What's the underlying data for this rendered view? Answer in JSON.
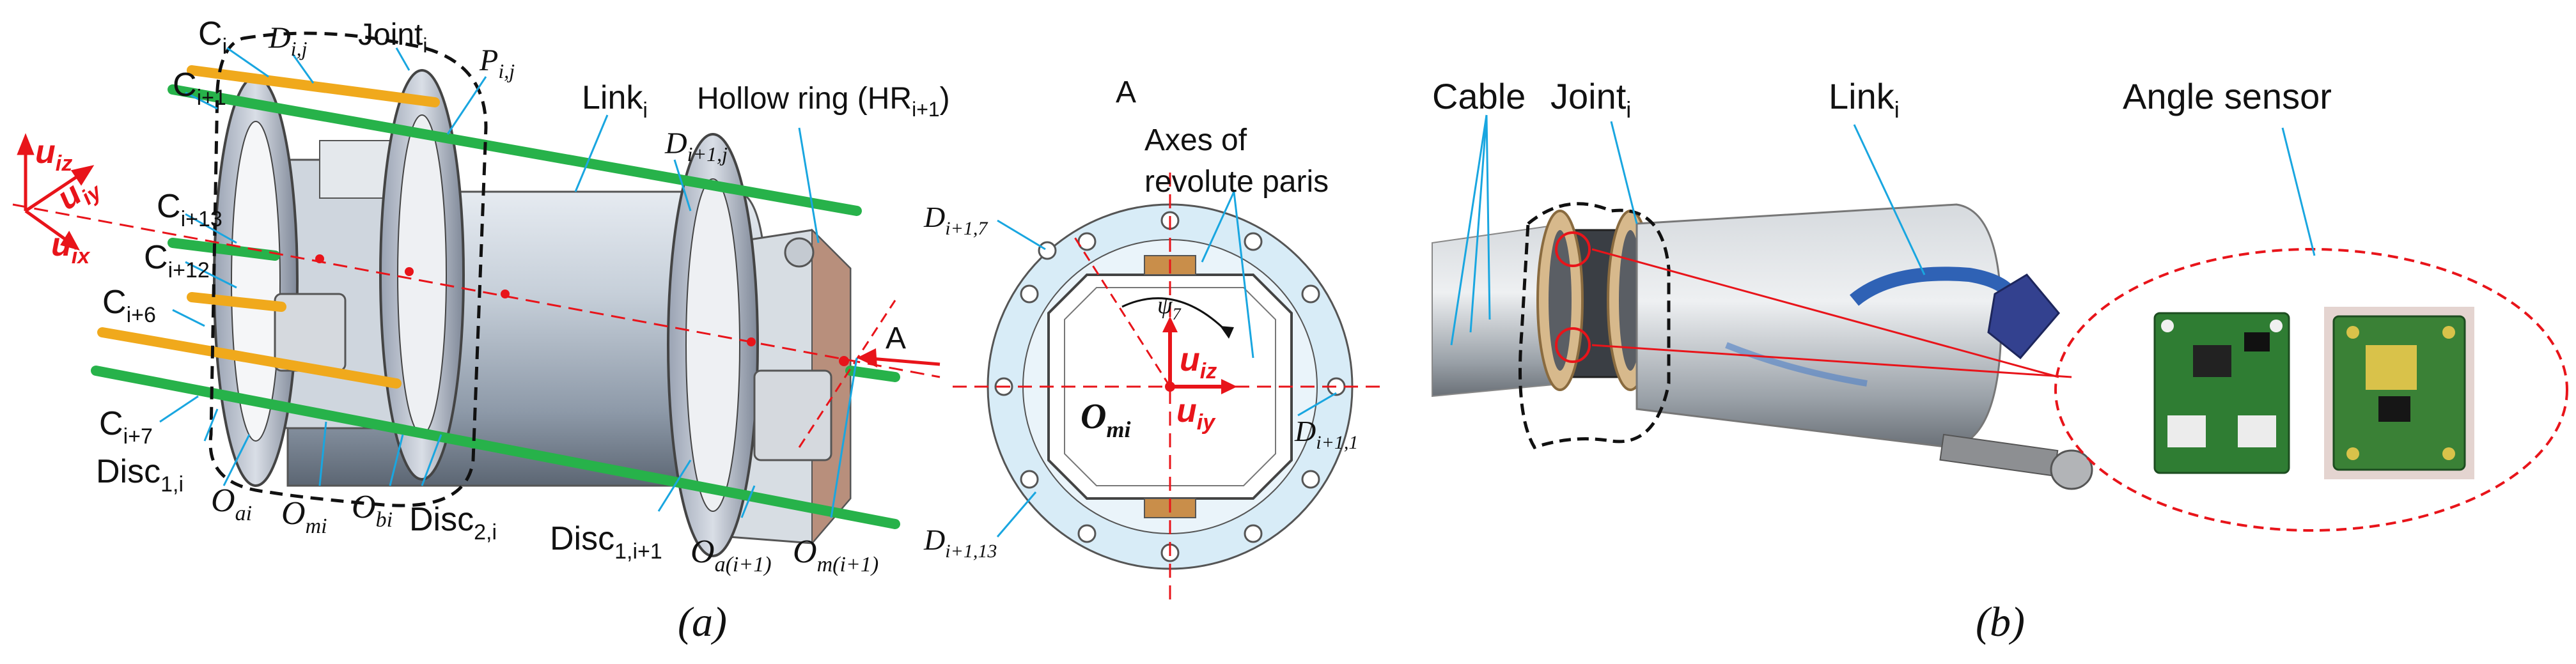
{
  "panel_a": {
    "caption": "(a)",
    "labels": {
      "c_i": "C",
      "c_i_sub": "i",
      "d_ij": "D",
      "d_ij_sub": "i,j",
      "joint_i": "Joint",
      "joint_i_sub": "i",
      "p_ij": "P",
      "p_ij_sub": "i,j",
      "link_i": "Link",
      "link_i_sub": "i",
      "hollow_ring": "Hollow ring (HR",
      "hollow_ring_sub": "i+1",
      "hollow_ring_end": ")",
      "d_i1j": "D",
      "d_i1j_sub": "i+1,j",
      "c_i1": "C",
      "c_i1_sub": "i+1",
      "c_i13": "C",
      "c_i13_sub": "i+13",
      "c_i12": "C",
      "c_i12_sub": "i+12",
      "c_i6": "C",
      "c_i6_sub": "i+6",
      "c_i7": "C",
      "c_i7_sub": "i+7",
      "disc1_i": "Disc",
      "disc1_i_sub": "1,i",
      "o_ai": "O",
      "o_ai_sub": "ai",
      "o_mi": "O",
      "o_mi_sub": "mi",
      "o_bi": "O",
      "o_bi_sub": "bi",
      "disc2_i": "Disc",
      "disc2_i_sub": "2,i",
      "disc1_i1": "Disc",
      "disc1_i1_sub": "1,i+1",
      "o_ai1": "O",
      "o_ai1_sub": "a(i+1)",
      "o_mi1": "O",
      "o_mi1_sub": "m(i+1)",
      "arrow_a": "A",
      "u_iz": "u",
      "u_iz_sub": "iz",
      "u_iy": "u",
      "u_iy_sub": "iy",
      "u_ix": "u",
      "u_ix_sub": "ix"
    },
    "section_view": {
      "title": "A",
      "axes_label_line1": "Axes of",
      "axes_label_line2": "revolute paris",
      "d_i17": "D",
      "d_i17_sub": "i+1,7",
      "d_i11": "D",
      "d_i11_sub": "i+1,1",
      "d_i113": "D",
      "d_i113_sub": "i+1,13",
      "psi": "ψ",
      "psi_sub": "7",
      "o_mi": "O",
      "o_mi_sub": "mi",
      "u_iz": "u",
      "u_iz_sub": "iz",
      "u_iy": "u",
      "u_iy_sub": "iy"
    }
  },
  "panel_b": {
    "caption": "(b)",
    "labels": {
      "cable": "Cable",
      "joint": "Joint",
      "joint_sub": "i",
      "link": "Link",
      "link_sub": "i",
      "angle_sensor": "Angle sensor"
    }
  },
  "colors": {
    "red_accent": "#e8141a",
    "callout_blue": "#19a6e0",
    "green_cable": "#27b24a",
    "orange_cable": "#f0a91c",
    "body_gray": "#b9c3cf",
    "pcb_green": "#2f7d33"
  }
}
